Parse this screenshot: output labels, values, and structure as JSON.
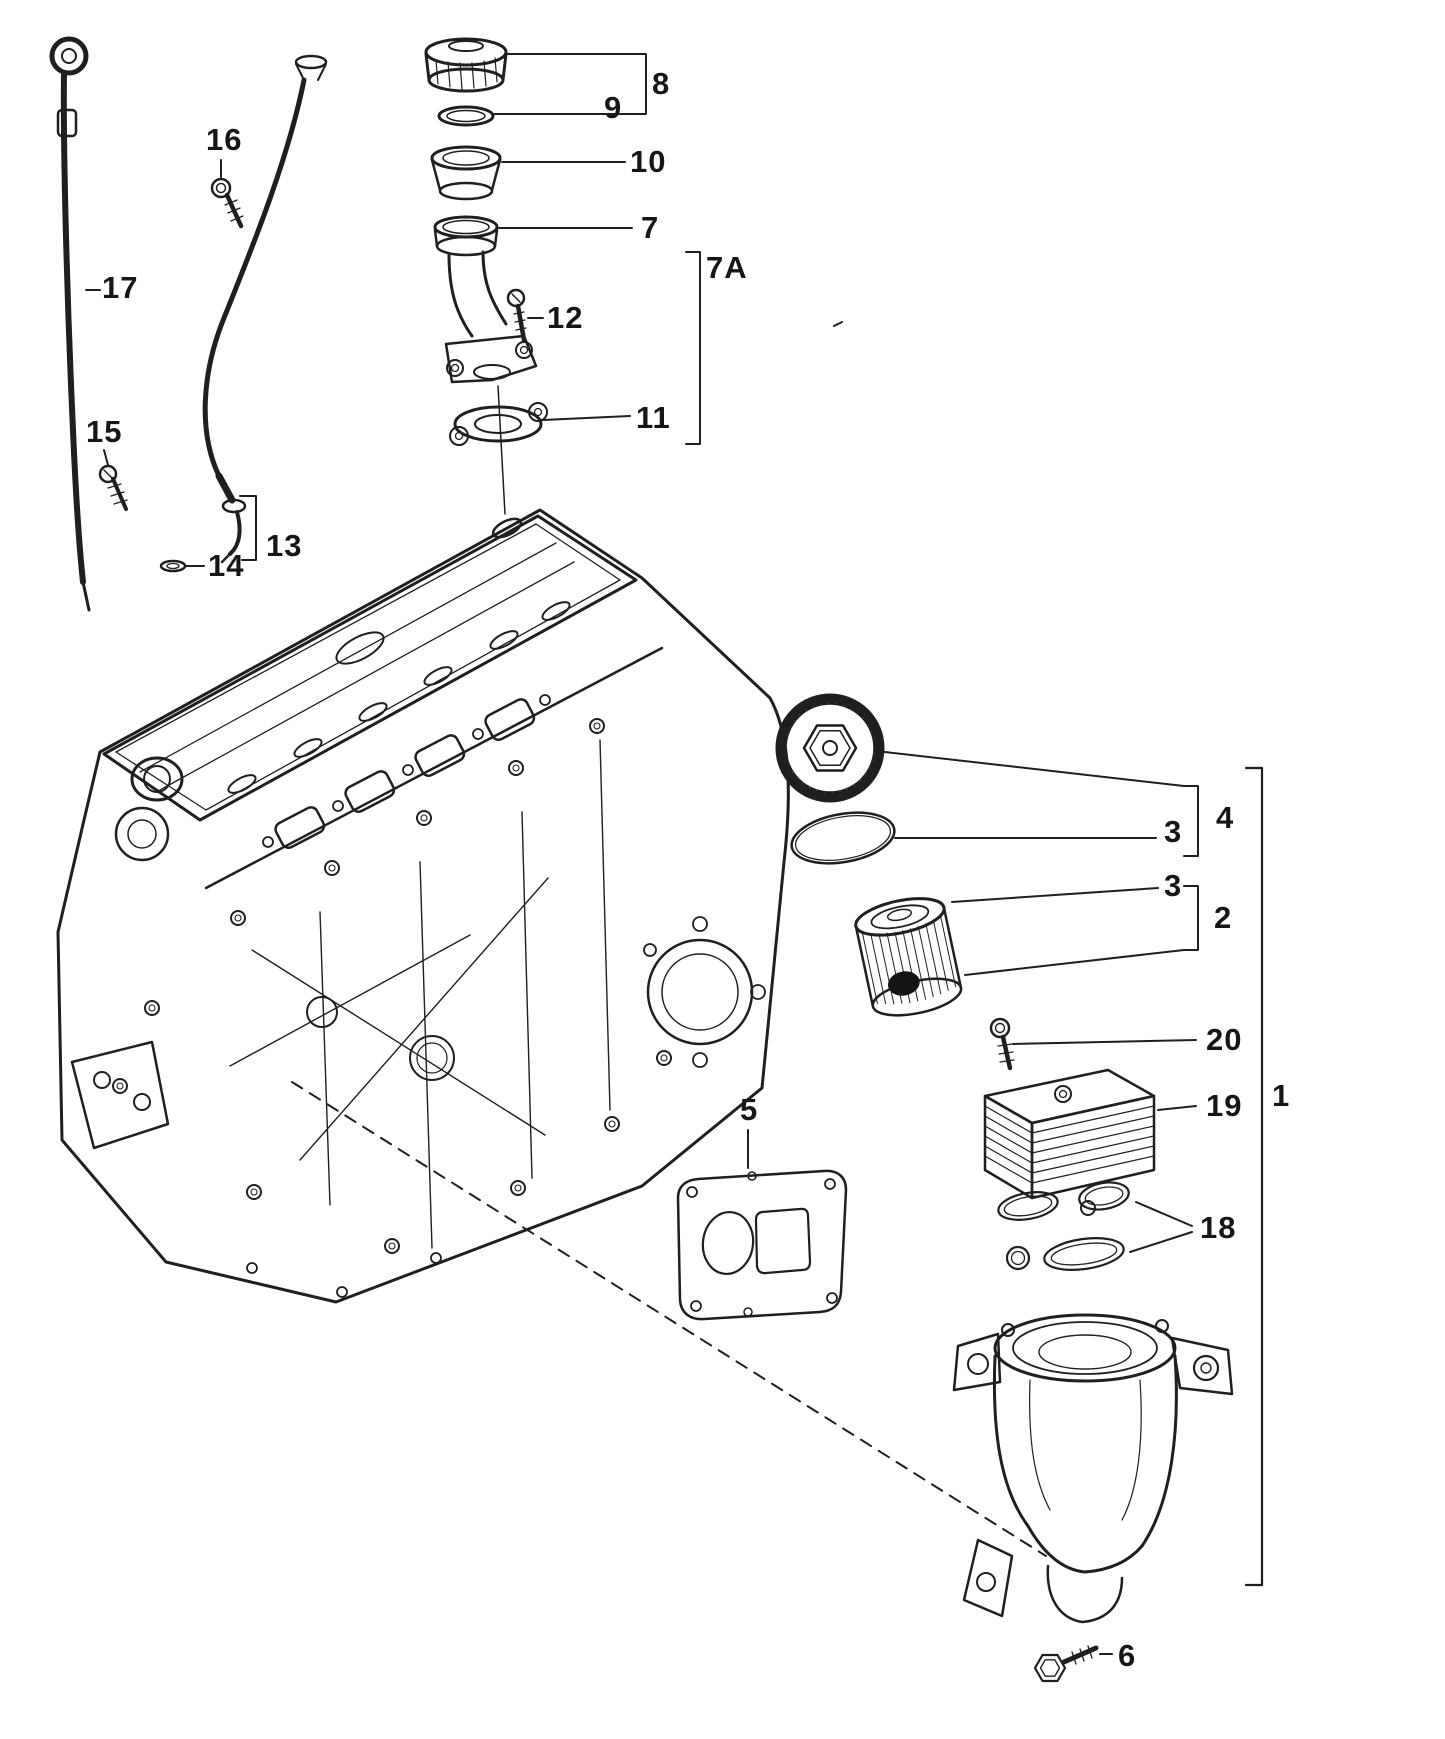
{
  "page": {
    "background": "#ffffff",
    "ink": "#1f1f1f"
  },
  "callouts": {
    "c1": "1",
    "c2": "2",
    "c3a": "3",
    "c3b": "3",
    "c4": "4",
    "c5": "5",
    "c6": "6",
    "c7": "7",
    "c7a": "7A",
    "c8": "8",
    "c9": "9",
    "c10": "10",
    "c11": "11",
    "c12": "12",
    "c13": "13",
    "c14": "14",
    "c15": "15",
    "c16": "16",
    "c17": "17",
    "c18": "18",
    "c19": "19",
    "c20": "20"
  }
}
